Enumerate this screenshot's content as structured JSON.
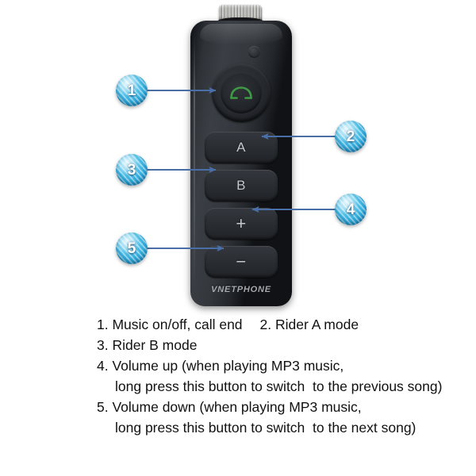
{
  "device": {
    "brand_logo": "VNETPHONE",
    "antenna_cap_name": "knurled-metal-antenna-cap",
    "led_name": "status-led",
    "call_button": {
      "icon": "phone-handset-icon",
      "icon_color": "#3f9a46"
    },
    "buttons": [
      {
        "id": "a",
        "label": "A",
        "name": "rider-a-button"
      },
      {
        "id": "b",
        "label": "B",
        "name": "rider-b-button"
      },
      {
        "id": "up",
        "label": "+",
        "name": "volume-up-button"
      },
      {
        "id": "down",
        "label": "−",
        "name": "volume-down-button"
      }
    ]
  },
  "callouts": [
    {
      "number": "1",
      "target": "call-button",
      "side": "left"
    },
    {
      "number": "2",
      "target": "rider-a-button",
      "side": "right"
    },
    {
      "number": "3",
      "target": "rider-b-button",
      "side": "left"
    },
    {
      "number": "4",
      "target": "volume-up-button",
      "side": "right"
    },
    {
      "number": "5",
      "target": "volume-down-button",
      "side": "left"
    }
  ],
  "legend": {
    "item1": "1. Music on/off, call end",
    "item2": "2. Rider A mode",
    "item3": "3. Rider B mode",
    "item4_line1": "4. Volume up (when playing MP3 music,",
    "item4_line2": "long press this button to switch  to the previous song)",
    "item5_line1": "5. Volume down (when playing MP3 music,",
    "item5_line2": "long press this button to switch  to the next song)"
  },
  "colors": {
    "badge_blue": "#28a5d8",
    "arrow_blue": "#4a6fa8",
    "device_black": "#2e3237",
    "phone_icon_green": "#3f9a46",
    "text_black": "#111111",
    "background": "#ffffff"
  }
}
